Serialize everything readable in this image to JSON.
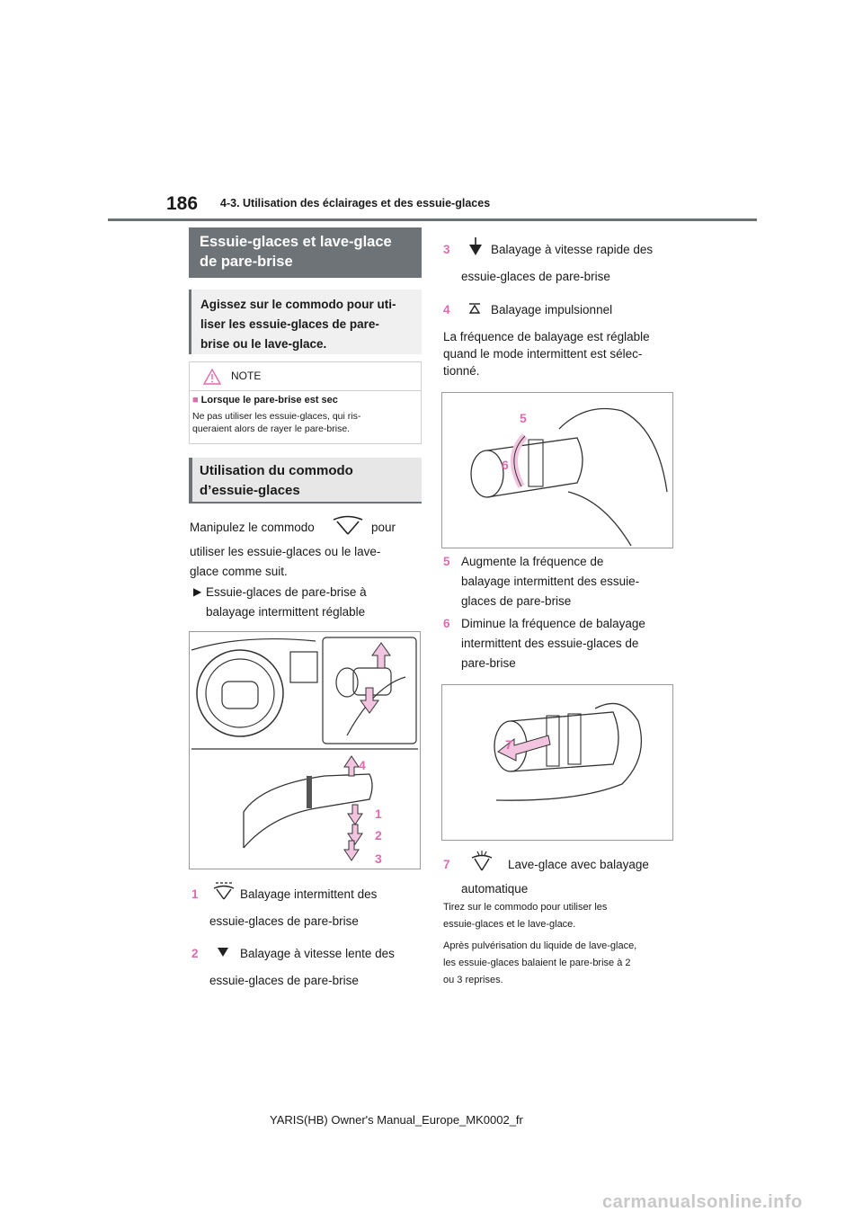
{
  "header": {
    "page_number": "186",
    "section": "4-3. Utilisation des éclairages et des essuie-glaces"
  },
  "main_title": {
    "line1": "Essuie-glaces et lave-glace",
    "line2": "de pare-brise"
  },
  "intro": {
    "line1": "Agissez sur le commodo pour uti-",
    "line2": "liser les essuie-glaces de pare-",
    "line3": "brise ou le lave-glace."
  },
  "note": {
    "label": "NOTE",
    "title": "Lorsque le pare-brise est sec",
    "text1": "Ne pas utiliser les essuie-glaces, qui ris-",
    "text2": "queraient alors de rayer le pare-brise."
  },
  "subheading": {
    "line1": "Utilisation du commodo",
    "line2": "d’essuie-glaces"
  },
  "body": {
    "p1a": "Manipulez le commodo",
    "p1b": "pour",
    "p2": "utiliser les essuie-glaces ou le lave-",
    "p3": "glace comme suit.",
    "bullet1": "Essuie-glaces de pare-brise à",
    "bullet2": "balayage intermittent réglable"
  },
  "items": {
    "i1_num": "1",
    "i1_a": "Balayage intermittent des",
    "i1_b": "essuie-glaces de pare-brise",
    "i2_num": "2",
    "i2_a": "Balayage à vitesse lente des",
    "i2_b": "essuie-glaces de pare-brise",
    "i3_num": "3",
    "i3_a": "Balayage à vitesse rapide des",
    "i3_b": "essuie-glaces de pare-brise",
    "i4_num": "4",
    "i4_a": "Balayage impulsionnel",
    "freq1": "La fréquence de balayage est réglable",
    "freq2": "quand le mode intermittent est sélec-",
    "freq3": "tionné.",
    "i5_num": "5",
    "i5_a": "Augmente la fréquence de",
    "i5_b": "balayage intermittent des essuie-",
    "i5_c": "glaces de pare-brise",
    "i6_num": "6",
    "i6_a": "Diminue la fréquence de balayage",
    "i6_b": "intermittent des essuie-glaces de",
    "i6_c": "pare-brise",
    "i7_num": "7",
    "i7_a": "Lave-glace avec balayage",
    "i7_b": "automatique",
    "s1": "Tirez sur le commodo pour utiliser les",
    "s2": "essuie-glaces et le lave-glace.",
    "s3": "Après pulvérisation du liquide de lave-glace,",
    "s4": "les essuie-glaces balaient le pare-brise à 2",
    "s5": "ou 3 reprises."
  },
  "figure_labels": {
    "f1_4": "4",
    "f1_1": "1",
    "f1_2": "2",
    "f1_3": "3",
    "f2_5": "5",
    "f2_6": "6",
    "f3_7": "7"
  },
  "footer": {
    "manual": "YARIS(HB) Owner's Manual_Europe_MK0002_fr",
    "watermark": "carmanualsonline.info"
  },
  "colors": {
    "accent": "#e06aaf",
    "title_bg": "#6e7377"
  }
}
